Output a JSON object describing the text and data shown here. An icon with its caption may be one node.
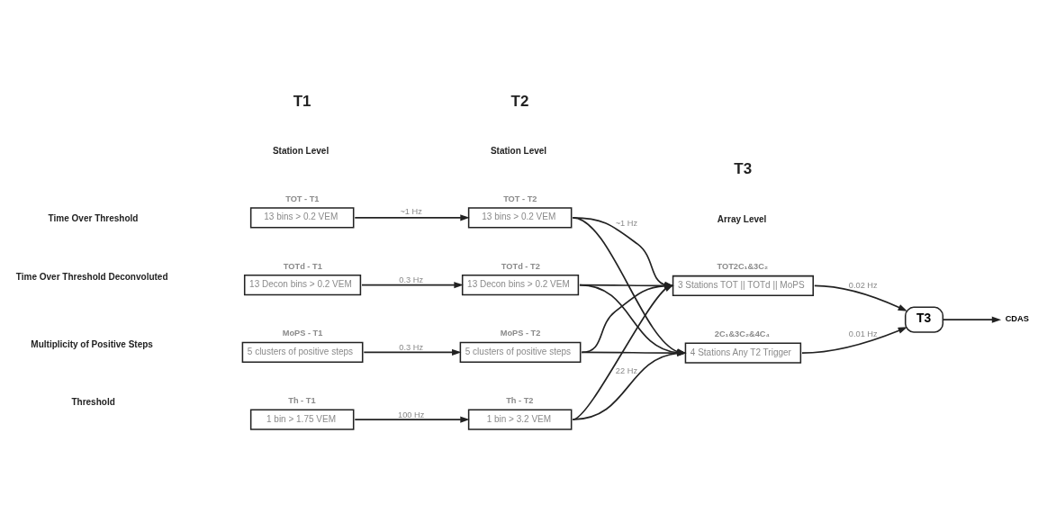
{
  "diagram": {
    "nodes": [
      {
        "text": [
          "TOT - T1",
          "13 bins > 0.2 VEM"
        ]
      },
      {
        "text": [
          "TOTd - T1",
          "13 Decon bins > 0.2 VEM"
        ]
      },
      {
        "text": [
          "MoPS - T1",
          "5 clusters of positive steps"
        ]
      },
      {
        "text": [
          "Th - T1",
          "1 bin > 1.75 VEM"
        ]
      },
      {
        "text": [
          "TOT - T2",
          "13 bins > 0.2 VEM"
        ]
      },
      {
        "text": [
          "TOTd - T2",
          "13 Decon bins > 0.2 VEM"
        ]
      },
      {
        "text": [
          "MoPS - T2",
          "5 clusters of positive steps"
        ]
      },
      {
        "text": [
          "Th - T2",
          "1 bin > 3.2 VEM"
        ]
      },
      {
        "text": [
          "TOT2C₁&3C₂",
          "3 Stations TOT || TOTd || MoPS"
        ]
      },
      {
        "text": [
          "2C₁&3C₂&4C₄",
          "4 Stations Any T2 Trigger"
        ]
      },
      {
        "text": [
          "T3"
        ]
      },
      {
        "text": [
          "CDAS"
        ]
      }
    ],
    "edges": [
      {
        "from": 0,
        "to": 4,
        "arrow": "to",
        "label": "~1 Hz"
      },
      {
        "from": 1,
        "to": 5,
        "arrow": "to",
        "label": "0.3 Hz"
      },
      {
        "from": 2,
        "to": 6,
        "arrow": "to",
        "label": "0.3 Hz"
      },
      {
        "from": 3,
        "to": 7,
        "arrow": "to",
        "label": "100 Hz"
      },
      {
        "from": 4,
        "to": 8,
        "arrow": "to",
        "label": "~1 Hz"
      },
      {
        "from": 4,
        "to": 9,
        "arrow": "to"
      },
      {
        "from": 5,
        "to": 8,
        "arrow": "to"
      },
      {
        "from": 5,
        "to": 9,
        "arrow": "to"
      },
      {
        "from": 6,
        "to": 8,
        "arrow": "to"
      },
      {
        "from": 6,
        "to": 9,
        "arrow": "to"
      },
      {
        "from": 7,
        "to": 8,
        "arrow": "to"
      },
      {
        "from": 7,
        "to": 9,
        "arrow": "to",
        "label": "22 Hz"
      },
      {
        "from": 8,
        "to": 10,
        "arrow": "to",
        "label": "0.02 Hz"
      },
      {
        "from": 9,
        "to": 10,
        "arrow": "to",
        "label": "0.01 Hz"
      },
      {
        "from": 10,
        "to": 11,
        "arrow": "to"
      }
    ],
    "labels": [
      "T1",
      "Station Level",
      "T2",
      "Station Level",
      "T3",
      "Array Level",
      "Time Over Threshold",
      "Time Over Threshold Deconvoluted",
      "Multiplicity of Positive Steps",
      "Threshold"
    ]
  }
}
